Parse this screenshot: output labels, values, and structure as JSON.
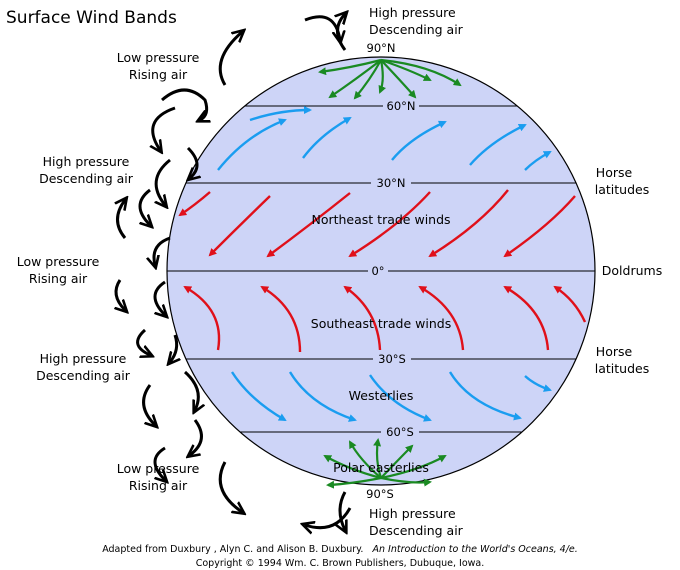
{
  "title": "Surface Wind Bands",
  "latitudes": {
    "n90": "90°N",
    "n60": "60°N",
    "n30": "30°N",
    "eq": "0°",
    "s30": "30°S",
    "s60": "60°S",
    "s90": "90°S"
  },
  "pressure_labels": {
    "top_line1": "High pressure",
    "top_line2": "Descending air",
    "low_n_line1": "Low pressure",
    "low_n_line2": "Rising air",
    "high_n_line1": "High pressure",
    "high_n_line2": "Descending air",
    "eq_line1": "Low pressure",
    "eq_line2": "Rising air",
    "high_s_line1": "High pressure",
    "high_s_line2": "Descending air",
    "low_s_line1": "Low pressure",
    "low_s_line2": "Rising air",
    "bottom_line1": "High pressure",
    "bottom_line2": "Descending air"
  },
  "zone_labels": {
    "horse_n_line1": "Horse",
    "horse_n_line2": "latitudes",
    "doldrums": "Doldrums",
    "horse_s_line1": "Horse",
    "horse_s_line2": "latitudes"
  },
  "wind_labels": {
    "ne_trades": "Northeast trade winds",
    "se_trades": "Southeast trade winds",
    "westerlies": "Westerlies",
    "polar_easterlies": "Polar easterlies"
  },
  "credit": {
    "line1_prefix": "Adapted from Duxbury , Alyn C. and Alison B. Duxbury.",
    "line1_book": "An Introduction to the World's Oceans, 4/e.",
    "line2": "Copyright © 1994 Wm. C. Brown Publishers, Dubuque, Iowa."
  },
  "colors": {
    "globe": "#cdd4f7",
    "westerly_arrows": "#1a9df0",
    "trade_arrows": "#e0101a",
    "polar_arrows": "#1a8a22",
    "cell_arrows": "#000000"
  }
}
